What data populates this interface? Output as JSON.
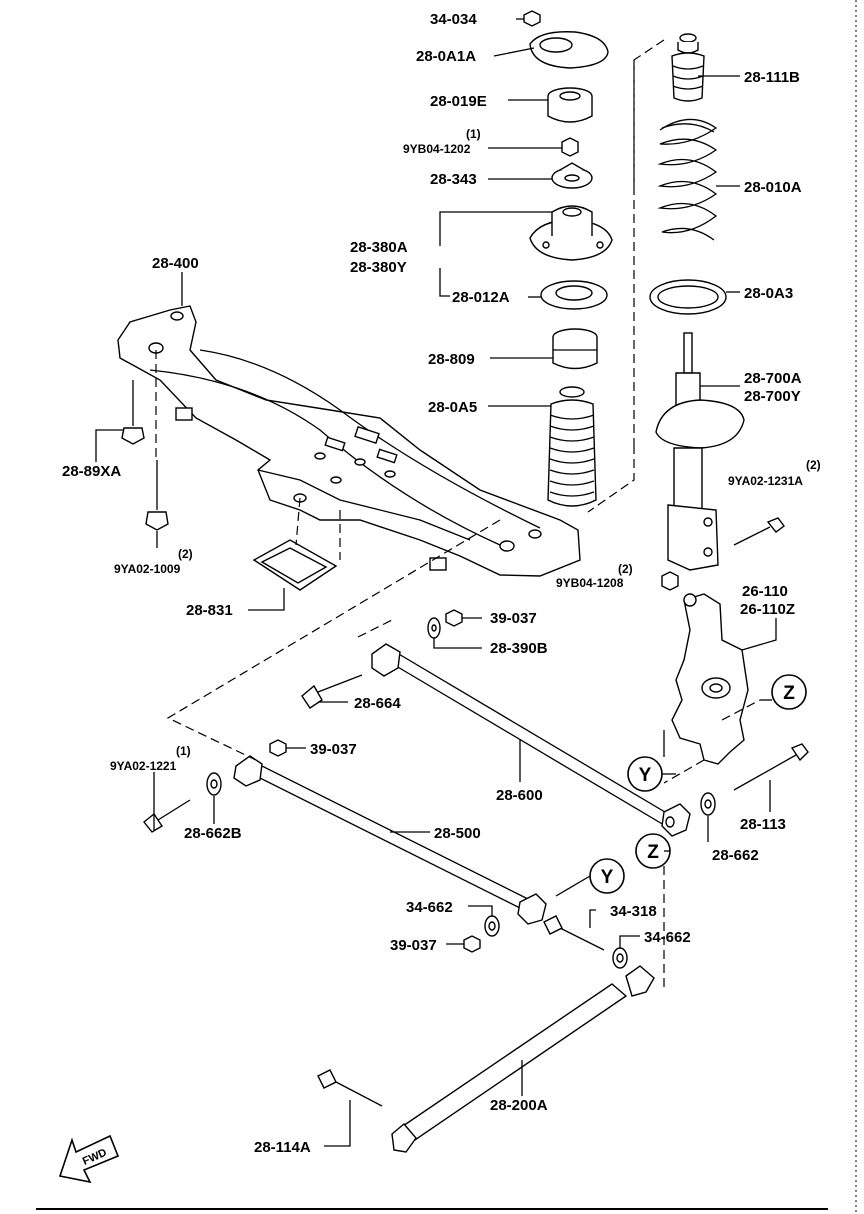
{
  "labels": {
    "p34_034": "34-034",
    "p28_0A1A": "28-0A1A",
    "p28_019E": "28-019E",
    "p9YB04_1202_qty": "(1)",
    "p9YB04_1202": "9YB04-1202",
    "p28_343": "28-343",
    "p28_380A": "28-380A",
    "p28_380Y": "28-380Y",
    "p28_012A": "28-012A",
    "p28_809": "28-809",
    "p28_0A5": "28-0A5",
    "p28_111B": "28-111B",
    "p28_010A": "28-010A",
    "p28_0A3": "28-0A3",
    "p28_700A": "28-700A",
    "p28_700Y": "28-700Y",
    "p9YA02_1231A_qty": "(2)",
    "p9YA02_1231A": "9YA02-1231A",
    "p9YB04_1208_qty": "(2)",
    "p9YB04_1208": "9YB04-1208",
    "p28_400": "28-400",
    "p28_89XA": "28-89XA",
    "p9YA02_1009_qty": "(2)",
    "p9YA02_1009": "9YA02-1009",
    "p28_831": "28-831",
    "p39_037_a": "39-037",
    "p28_390B": "28-390B",
    "p26_110": "26-110",
    "p26_110Z": "26-110Z",
    "p28_664": "28-664",
    "p9YA02_1221_qty": "(1)",
    "p9YA02_1221": "9YA02-1221",
    "p39_037_b": "39-037",
    "p28_600": "28-600",
    "p28_113": "28-113",
    "p28_662B": "28-662B",
    "p28_500": "28-500",
    "p28_662": "28-662",
    "p34_662_a": "34-662",
    "p34_318": "34-318",
    "p39_037_c": "39-037",
    "p34_662_b": "34-662",
    "p28_200A": "28-200A",
    "p28_114A": "28-114A"
  },
  "markers": {
    "z1": "Z",
    "y1": "Y",
    "z2": "Z",
    "y2": "Y"
  },
  "fwd_label": "FWD"
}
